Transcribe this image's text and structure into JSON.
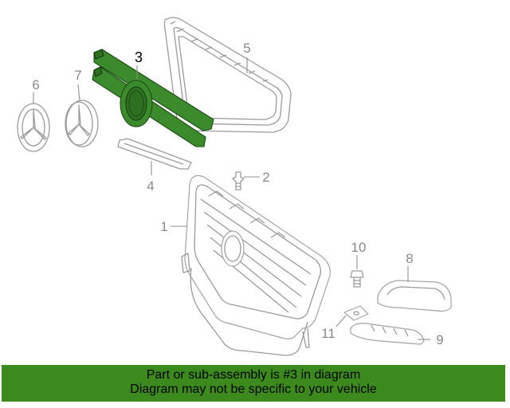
{
  "diagram": {
    "callouts": [
      {
        "id": "1",
        "label": "1"
      },
      {
        "id": "2",
        "label": "2"
      },
      {
        "id": "3",
        "label": "3"
      },
      {
        "id": "4",
        "label": "4"
      },
      {
        "id": "5",
        "label": "5"
      },
      {
        "id": "6",
        "label": "6"
      },
      {
        "id": "7",
        "label": "7"
      },
      {
        "id": "8",
        "label": "8"
      },
      {
        "id": "9",
        "label": "9"
      },
      {
        "id": "10",
        "label": "10"
      },
      {
        "id": "11",
        "label": "11"
      }
    ],
    "highlighted_part": "3",
    "colors": {
      "highlight": "#3b8a2c",
      "line_art": "#9a9a9a",
      "footer_bg": "#3c8a1e"
    }
  },
  "footer": {
    "line1": "Part or sub-assembly is #3 in diagram",
    "line2": "Diagram may not be specific to your vehicle"
  }
}
